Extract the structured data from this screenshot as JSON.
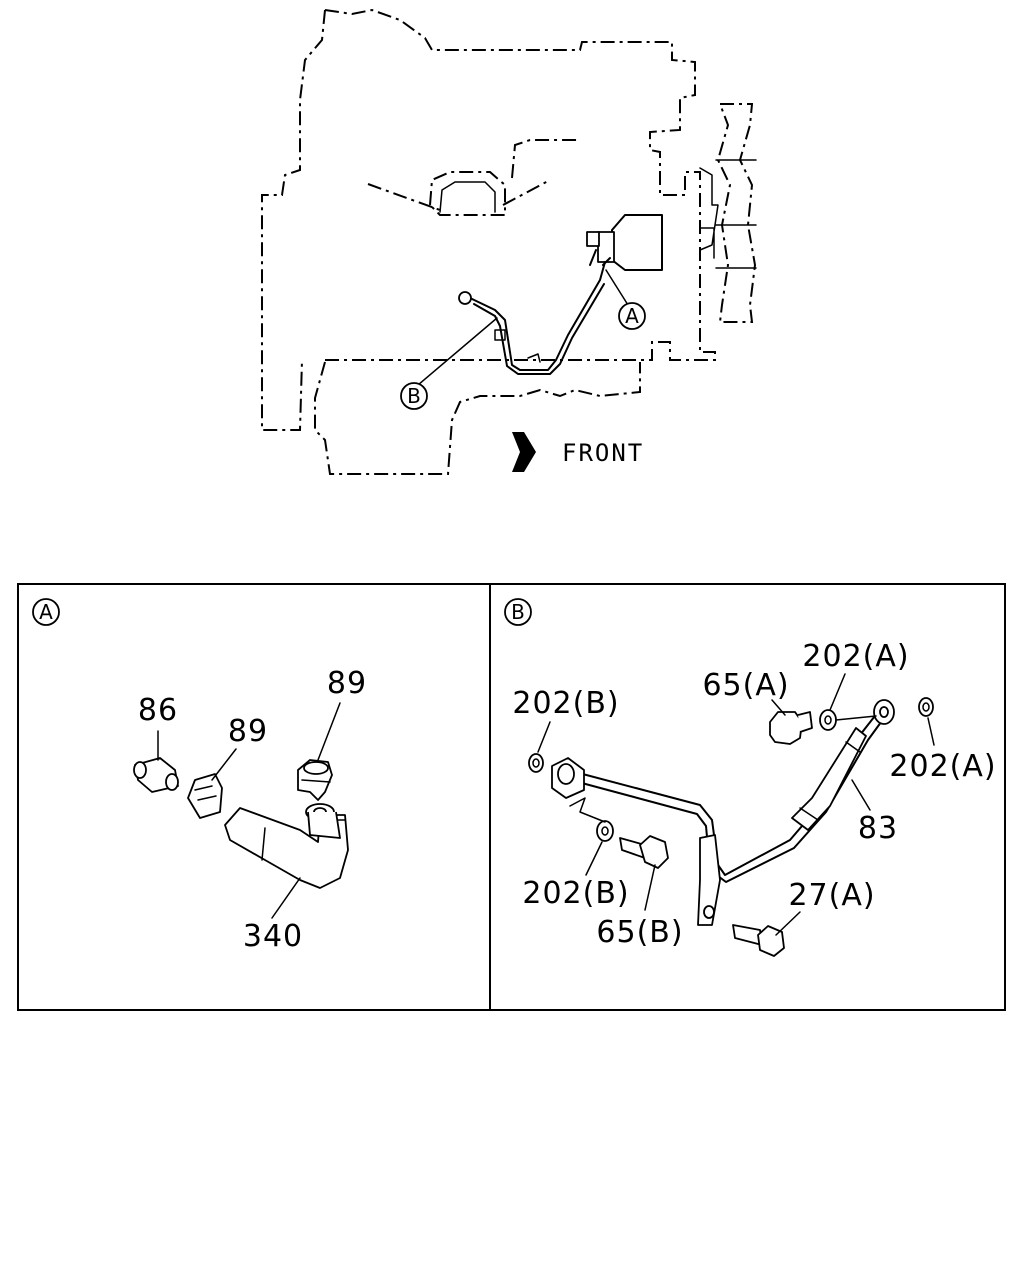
{
  "overview": {
    "callout_a": "A",
    "callout_b": "B",
    "front_label": "FRONT"
  },
  "detail_a": {
    "badge": "A",
    "labels": {
      "part_86": "86",
      "part_89_left": "89",
      "part_89_right": "89",
      "part_340": "340"
    }
  },
  "detail_b": {
    "badge": "B",
    "labels": {
      "part_202b_top": "202(B)",
      "part_65a": "65(A)",
      "part_202a_top": "202(A)",
      "part_202a_right": "202(A)",
      "part_83": "83",
      "part_202b_bottom": "202(B)",
      "part_65b": "65(B)",
      "part_27a": "27(A)"
    }
  }
}
